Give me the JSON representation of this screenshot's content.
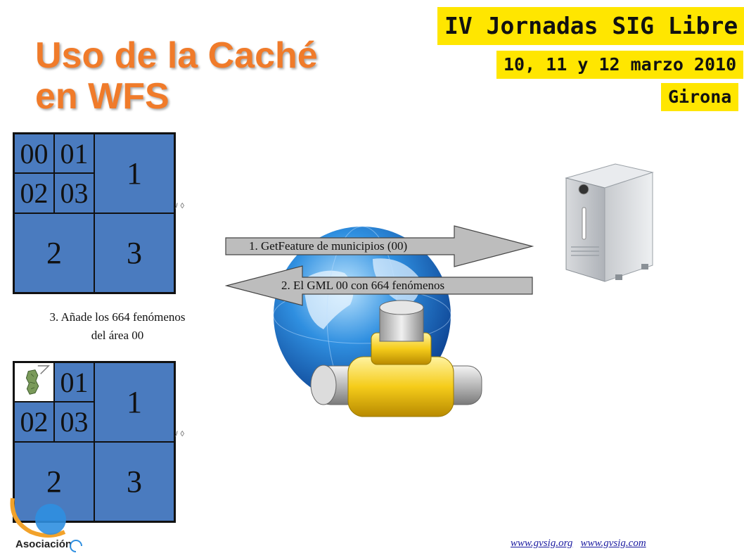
{
  "title": {
    "line1": "Uso de la Caché",
    "line2": "en WFS"
  },
  "event_logo": {
    "line1": "IV Jornadas SIG Libre",
    "line2": "10, 11 y 12 marzo 2010",
    "line3": "Girona"
  },
  "grid_top": {
    "cells": [
      "00",
      "01",
      "02",
      "03"
    ],
    "quadrants": [
      "1",
      "2",
      "3"
    ]
  },
  "grid_bottom": {
    "cells": [
      "01",
      "02",
      "03"
    ],
    "quadrants": [
      "1",
      "2",
      "3"
    ]
  },
  "steps": {
    "request": "1. GetFeature de municipios (00)",
    "response": "2. El GML 00 con 664 fenómenos",
    "add_line1": "3. Añade los 664 fenómenos",
    "add_line2": "del área 00"
  },
  "footer": {
    "link1": "www.gvsig.org",
    "link2": "www.gvsig.com",
    "org": "Asociación"
  },
  "colors": {
    "title": "#f07b2a",
    "grid": "#4a7bbf",
    "logo_bg": "#ffe600",
    "arrow": "#bdbdbd"
  },
  "icons": [
    "server-icon",
    "globe-icon",
    "pipe-connector-icon",
    "map-feature-icon"
  ]
}
